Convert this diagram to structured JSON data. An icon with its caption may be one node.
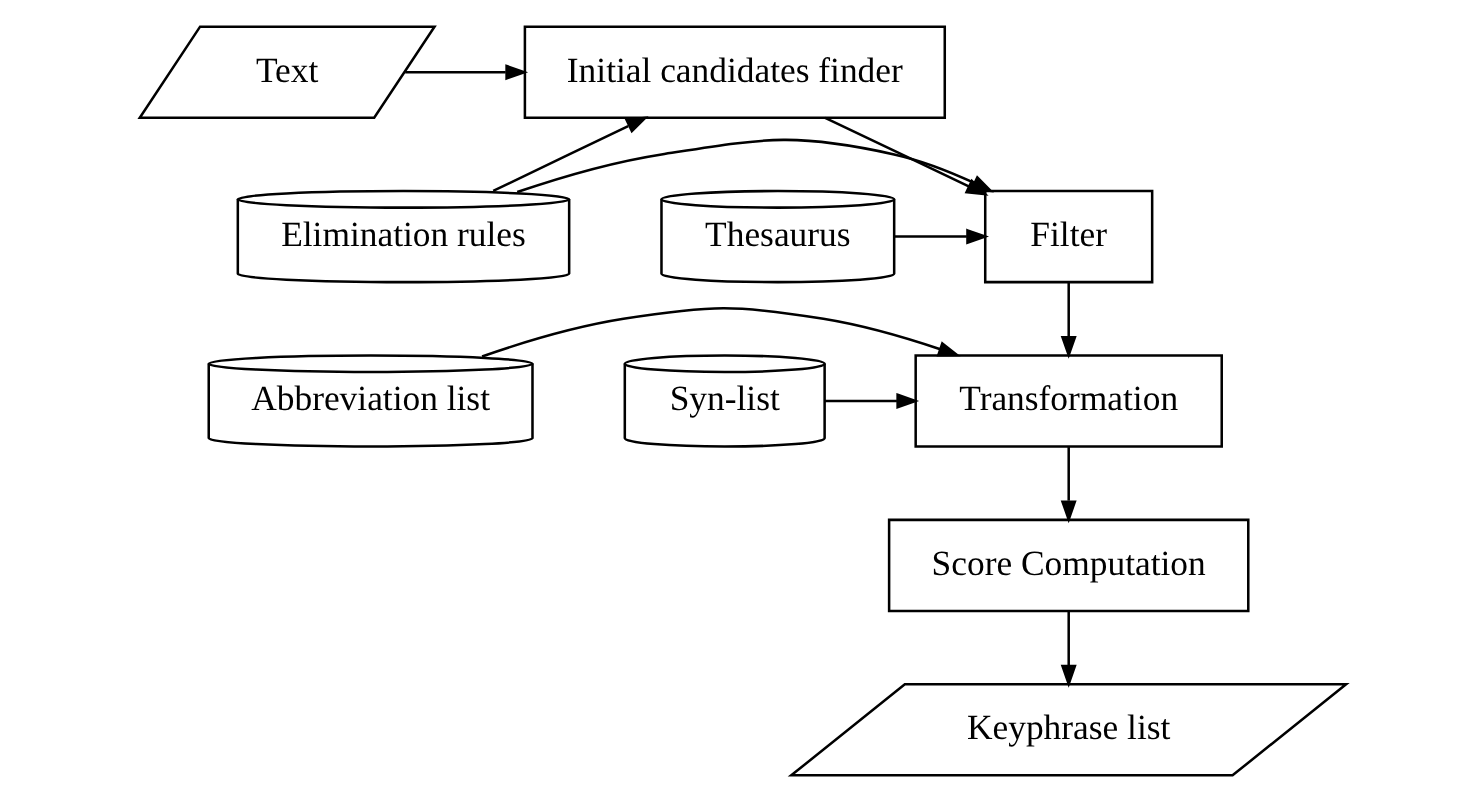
{
  "diagram": {
    "nodes": [
      {
        "text": [
          "Text"
        ]
      },
      {
        "text": [
          "Initial candidates finder"
        ]
      },
      {
        "text": [
          "Elimination rules"
        ]
      },
      {
        "text": [
          "Filter"
        ]
      },
      {
        "text": [
          "Thesaurus"
        ]
      },
      {
        "text": [
          "Abbreviation list"
        ]
      },
      {
        "text": [
          "Transformation"
        ]
      },
      {
        "text": [
          "Syn-list"
        ]
      },
      {
        "text": [
          "Score Computation"
        ]
      },
      {
        "text": [
          "Keyphrase list"
        ]
      }
    ],
    "edges": [
      {
        "from": 0,
        "to": 1,
        "arrow": "to"
      },
      {
        "from": 2,
        "to": 1,
        "arrow": "to"
      },
      {
        "from": 1,
        "to": 3,
        "arrow": "to"
      },
      {
        "from": 2,
        "to": 3,
        "arrow": "to"
      },
      {
        "from": 4,
        "to": 3,
        "arrow": "to"
      },
      {
        "from": 3,
        "to": 6,
        "arrow": "to"
      },
      {
        "from": 5,
        "to": 6,
        "arrow": "to"
      },
      {
        "from": 7,
        "to": 6,
        "arrow": "to"
      },
      {
        "from": 6,
        "to": 8,
        "arrow": "to"
      },
      {
        "from": 8,
        "to": 9,
        "arrow": "to"
      }
    ]
  }
}
